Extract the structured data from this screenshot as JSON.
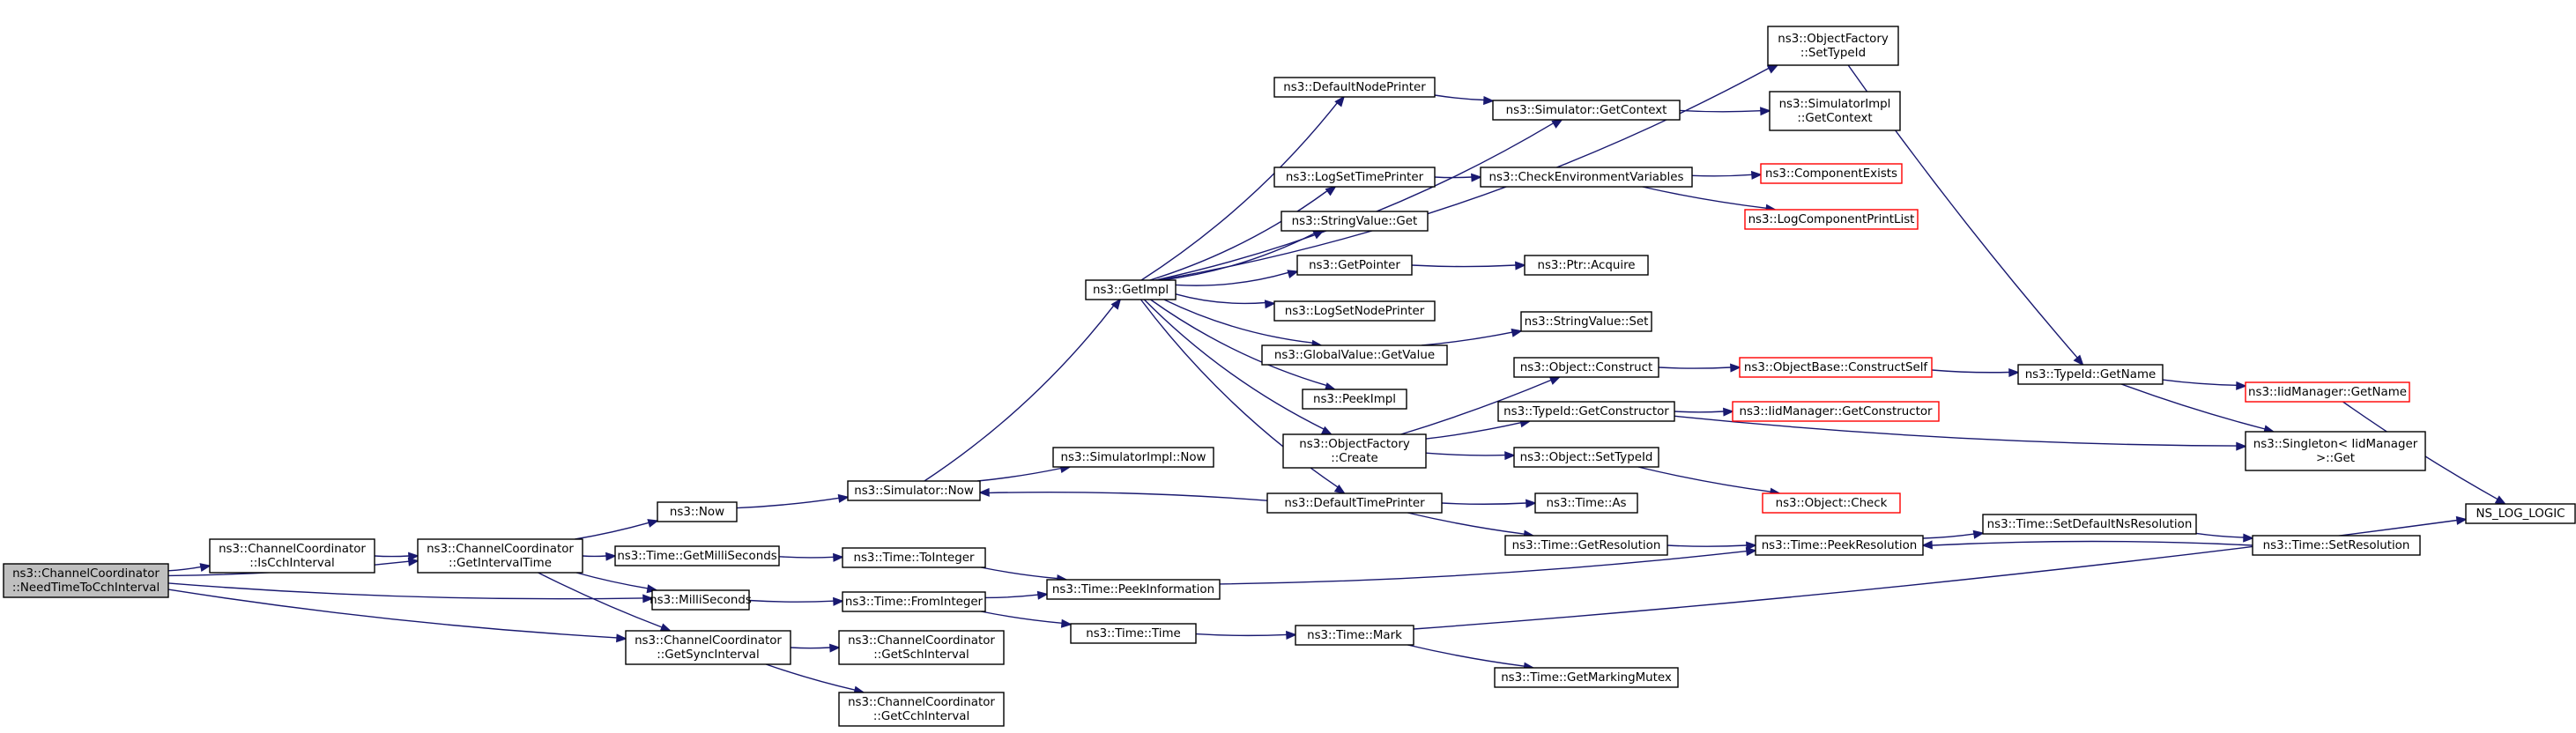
{
  "colors": {
    "edge": "#191970",
    "node_border": "#000000",
    "node_border_external": "#ff0000",
    "node_fill": "#ffffff",
    "node_fill_root": "#bfbfbf"
  },
  "nodes": [
    {
      "id": "need",
      "lines": [
        "ns3::ChannelCoordinator",
        "::NeedTimeToCchInterval"
      ],
      "kind": "root"
    },
    {
      "id": "iscch",
      "lines": [
        "ns3::ChannelCoordinator",
        "::IsCchInterval"
      ],
      "kind": "normal"
    },
    {
      "id": "getint",
      "lines": [
        "ns3::ChannelCoordinator",
        "::GetIntervalTime"
      ],
      "kind": "normal"
    },
    {
      "id": "now",
      "lines": [
        "ns3::Now"
      ],
      "kind": "normal"
    },
    {
      "id": "getms",
      "lines": [
        "ns3::Time::GetMilliSeconds"
      ],
      "kind": "normal"
    },
    {
      "id": "ms",
      "lines": [
        "ns3::MilliSeconds"
      ],
      "kind": "normal"
    },
    {
      "id": "getsync",
      "lines": [
        "ns3::ChannelCoordinator",
        "::GetSyncInterval"
      ],
      "kind": "normal"
    },
    {
      "id": "simnow",
      "lines": [
        "ns3::Simulator::Now"
      ],
      "kind": "normal"
    },
    {
      "id": "toint",
      "lines": [
        "ns3::Time::ToInteger"
      ],
      "kind": "normal"
    },
    {
      "id": "fromint",
      "lines": [
        "ns3::Time::FromInteger"
      ],
      "kind": "normal"
    },
    {
      "id": "getsch",
      "lines": [
        "ns3::ChannelCoordinator",
        "::GetSchInterval"
      ],
      "kind": "normal"
    },
    {
      "id": "getcch",
      "lines": [
        "ns3::ChannelCoordinator",
        "::GetCchInterval"
      ],
      "kind": "normal"
    },
    {
      "id": "getimpl",
      "lines": [
        "ns3::GetImpl"
      ],
      "kind": "normal"
    },
    {
      "id": "simimplnow",
      "lines": [
        "ns3::SimulatorImpl::Now"
      ],
      "kind": "normal"
    },
    {
      "id": "peekinfo",
      "lines": [
        "ns3::Time::PeekInformation"
      ],
      "kind": "normal"
    },
    {
      "id": "timetime",
      "lines": [
        "ns3::Time::Time"
      ],
      "kind": "normal"
    },
    {
      "id": "defnode",
      "lines": [
        "ns3::DefaultNodePrinter"
      ],
      "kind": "normal"
    },
    {
      "id": "logsettime",
      "lines": [
        "ns3::LogSetTimePrinter"
      ],
      "kind": "normal"
    },
    {
      "id": "strget",
      "lines": [
        "ns3::StringValue::Get"
      ],
      "kind": "normal"
    },
    {
      "id": "getptr",
      "lines": [
        "ns3::GetPointer"
      ],
      "kind": "normal"
    },
    {
      "id": "logsetnode",
      "lines": [
        "ns3::LogSetNodePrinter"
      ],
      "kind": "normal"
    },
    {
      "id": "gvget",
      "lines": [
        "ns3::GlobalValue::GetValue"
      ],
      "kind": "normal"
    },
    {
      "id": "peekimpl",
      "lines": [
        "ns3::PeekImpl"
      ],
      "kind": "normal"
    },
    {
      "id": "ofcreate",
      "lines": [
        "ns3::ObjectFactory",
        "::Create"
      ],
      "kind": "normal"
    },
    {
      "id": "deftime",
      "lines": [
        "ns3::DefaultTimePrinter"
      ],
      "kind": "normal"
    },
    {
      "id": "timemark",
      "lines": [
        "ns3::Time::Mark"
      ],
      "kind": "normal"
    },
    {
      "id": "ofsettype",
      "lines": [
        "ns3::ObjectFactory",
        "::SetTypeId"
      ],
      "kind": "normal"
    },
    {
      "id": "simgetctx",
      "lines": [
        "ns3::Simulator::GetContext"
      ],
      "kind": "normal"
    },
    {
      "id": "checkenv",
      "lines": [
        "ns3::CheckEnvironmentVariables"
      ],
      "kind": "normal"
    },
    {
      "id": "ptracq",
      "lines": [
        "ns3::Ptr::Acquire"
      ],
      "kind": "normal"
    },
    {
      "id": "strset",
      "lines": [
        "ns3::StringValue::Set"
      ],
      "kind": "normal"
    },
    {
      "id": "objconstruct",
      "lines": [
        "ns3::Object::Construct"
      ],
      "kind": "normal"
    },
    {
      "id": "tidgetctor",
      "lines": [
        "ns3::TypeId::GetConstructor"
      ],
      "kind": "normal"
    },
    {
      "id": "objsettype",
      "lines": [
        "ns3::Object::SetTypeId"
      ],
      "kind": "normal"
    },
    {
      "id": "timeas",
      "lines": [
        "ns3::Time::As"
      ],
      "kind": "normal"
    },
    {
      "id": "getres",
      "lines": [
        "ns3::Time::GetResolution"
      ],
      "kind": "normal"
    },
    {
      "id": "getmarkmutex",
      "lines": [
        "ns3::Time::GetMarkingMutex"
      ],
      "kind": "normal"
    },
    {
      "id": "simimplctx",
      "lines": [
        "ns3::SimulatorImpl",
        "::GetContext"
      ],
      "kind": "normal"
    },
    {
      "id": "compexists",
      "lines": [
        "ns3::ComponentExists"
      ],
      "kind": "external"
    },
    {
      "id": "logcomplist",
      "lines": [
        "ns3::LogComponentPrintList"
      ],
      "kind": "external"
    },
    {
      "id": "obconstructself",
      "lines": [
        "ns3::ObjectBase::ConstructSelf"
      ],
      "kind": "external"
    },
    {
      "id": "iidgetctor",
      "lines": [
        "ns3::IidManager::GetConstructor"
      ],
      "kind": "external"
    },
    {
      "id": "objcheck",
      "lines": [
        "ns3::Object::Check"
      ],
      "kind": "external"
    },
    {
      "id": "peekres",
      "lines": [
        "ns3::Time::PeekResolution"
      ],
      "kind": "normal"
    },
    {
      "id": "tidgetname",
      "lines": [
        "ns3::TypeId::GetName"
      ],
      "kind": "normal"
    },
    {
      "id": "setdefns",
      "lines": [
        "ns3::Time::SetDefaultNsResolution"
      ],
      "kind": "normal"
    },
    {
      "id": "iidgetname",
      "lines": [
        "ns3::IidManager::GetName"
      ],
      "kind": "external"
    },
    {
      "id": "singleton",
      "lines": [
        "ns3::Singleton< IidManager",
        " >::Get"
      ],
      "kind": "normal"
    },
    {
      "id": "setres",
      "lines": [
        "ns3::Time::SetResolution"
      ],
      "kind": "normal"
    },
    {
      "id": "nslog",
      "lines": [
        "NS_LOG_LOGIC"
      ],
      "kind": "normal"
    }
  ],
  "edges": [
    [
      "need",
      "iscch"
    ],
    [
      "need",
      "getint"
    ],
    [
      "need",
      "ms"
    ],
    [
      "need",
      "getsync"
    ],
    [
      "iscch",
      "getint"
    ],
    [
      "getint",
      "now"
    ],
    [
      "getint",
      "getms"
    ],
    [
      "getint",
      "ms"
    ],
    [
      "getint",
      "getsync"
    ],
    [
      "now",
      "simnow"
    ],
    [
      "simnow",
      "getimpl"
    ],
    [
      "simnow",
      "simimplnow"
    ],
    [
      "getms",
      "toint"
    ],
    [
      "toint",
      "peekinfo"
    ],
    [
      "ms",
      "fromint"
    ],
    [
      "fromint",
      "peekinfo"
    ],
    [
      "fromint",
      "timetime"
    ],
    [
      "getsync",
      "getsch"
    ],
    [
      "getsync",
      "getcch"
    ],
    [
      "getimpl",
      "ofsettype"
    ],
    [
      "getimpl",
      "defnode"
    ],
    [
      "getimpl",
      "simgetctx"
    ],
    [
      "getimpl",
      "logsettime"
    ],
    [
      "getimpl",
      "strget"
    ],
    [
      "getimpl",
      "getptr"
    ],
    [
      "getimpl",
      "logsetnode"
    ],
    [
      "getimpl",
      "gvget"
    ],
    [
      "getimpl",
      "peekimpl"
    ],
    [
      "getimpl",
      "ofcreate"
    ],
    [
      "getimpl",
      "deftime"
    ],
    [
      "defnode",
      "simgetctx"
    ],
    [
      "simgetctx",
      "simimplctx"
    ],
    [
      "logsettime",
      "checkenv"
    ],
    [
      "checkenv",
      "compexists"
    ],
    [
      "checkenv",
      "logcomplist"
    ],
    [
      "getptr",
      "ptracq"
    ],
    [
      "gvget",
      "strset"
    ],
    [
      "ofcreate",
      "objconstruct"
    ],
    [
      "ofcreate",
      "tidgetctor"
    ],
    [
      "ofcreate",
      "objsettype"
    ],
    [
      "objconstruct",
      "obconstructself"
    ],
    [
      "obconstructself",
      "tidgetname"
    ],
    [
      "tidgetctor",
      "iidgetctor"
    ],
    [
      "tidgetctor",
      "singleton"
    ],
    [
      "objsettype",
      "objcheck"
    ],
    [
      "deftime",
      "simnow"
    ],
    [
      "deftime",
      "timeas"
    ],
    [
      "deftime",
      "getres"
    ],
    [
      "getres",
      "peekres"
    ],
    [
      "peekinfo",
      "peekres"
    ],
    [
      "timetime",
      "timemark"
    ],
    [
      "timemark",
      "getmarkmutex"
    ],
    [
      "timemark",
      "nslog"
    ],
    [
      "ofsettype",
      "tidgetname"
    ],
    [
      "tidgetname",
      "iidgetname"
    ],
    [
      "tidgetname",
      "singleton"
    ],
    [
      "iidgetname",
      "nslog"
    ],
    [
      "peekres",
      "setdefns"
    ],
    [
      "setdefns",
      "setres"
    ],
    [
      "setres",
      "peekres"
    ]
  ]
}
